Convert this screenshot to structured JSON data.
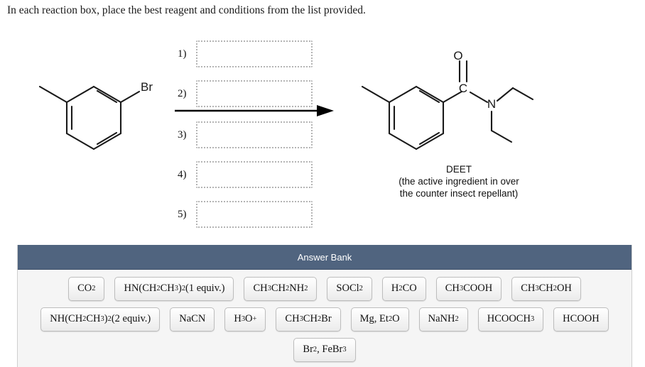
{
  "prompt": "In each reaction box, place the best reagent and conditions from the list provided.",
  "scheme": {
    "reactant": {
      "name": "3-bromotoluene",
      "atom_labels": [
        "Br"
      ]
    },
    "product": {
      "name": "DEET",
      "atom_labels": [
        "O",
        "C",
        "N"
      ],
      "caption_name": "DEET",
      "caption_line1": "(the active ingredient in over",
      "caption_line2": "the counter insect repellant)"
    },
    "arrow": "reaction-arrow-right",
    "condition_boxes": [
      {
        "number": "1)",
        "value": ""
      },
      {
        "number": "2)",
        "value": ""
      },
      {
        "number": "3)",
        "value": ""
      },
      {
        "number": "4)",
        "value": ""
      },
      {
        "number": "5)",
        "value": ""
      }
    ]
  },
  "answer_bank": {
    "title": "Answer Bank",
    "header_color": "#50647f",
    "panel_background": "#f5f5f5",
    "rows": [
      [
        {
          "html": "CO<sub>2</sub>",
          "text": "CO2"
        },
        {
          "html": "HN(CH<sub>2</sub>CH<sub>3</sub>)<sub>2</sub> (1 equiv.)",
          "text": "HN(CH2CH3)2 (1 equiv.)"
        },
        {
          "html": "CH<sub>3</sub>CH<sub>2</sub>NH<sub>2</sub>",
          "text": "CH3CH2NH2"
        },
        {
          "html": "SOCl<sub>2</sub>",
          "text": "SOCl2"
        },
        {
          "html": "H<sub>2</sub>CO",
          "text": "H2CO"
        },
        {
          "html": "CH<sub>3</sub>COOH",
          "text": "CH3COOH"
        },
        {
          "html": "CH<sub>3</sub>CH<sub>2</sub>OH",
          "text": "CH3CH2OH"
        }
      ],
      [
        {
          "html": "NH(CH<sub>2</sub>CH<sub>3</sub>)<sub>2</sub> (2 equiv.)",
          "text": "NH(CH2CH3)2 (2 equiv.)"
        },
        {
          "html": "NaCN",
          "text": "NaCN"
        },
        {
          "html": "H<sub>3</sub>O<sup>+</sup>",
          "text": "H3O+"
        },
        {
          "html": "CH<sub>3</sub>CH<sub>2</sub>Br",
          "text": "CH3CH2Br"
        },
        {
          "html": "Mg, Et<sub>2</sub>O",
          "text": "Mg, Et2O"
        },
        {
          "html": "NaNH<sub>2</sub>",
          "text": "NaNH2"
        },
        {
          "html": "HCOOCH<sub>3</sub>",
          "text": "HCOOCH3"
        },
        {
          "html": "HCOOH",
          "text": "HCOOH"
        }
      ],
      [
        {
          "html": "Br<sub>2</sub>, FeBr<sub>3</sub>",
          "text": "Br2, FeBr3"
        }
      ]
    ]
  }
}
